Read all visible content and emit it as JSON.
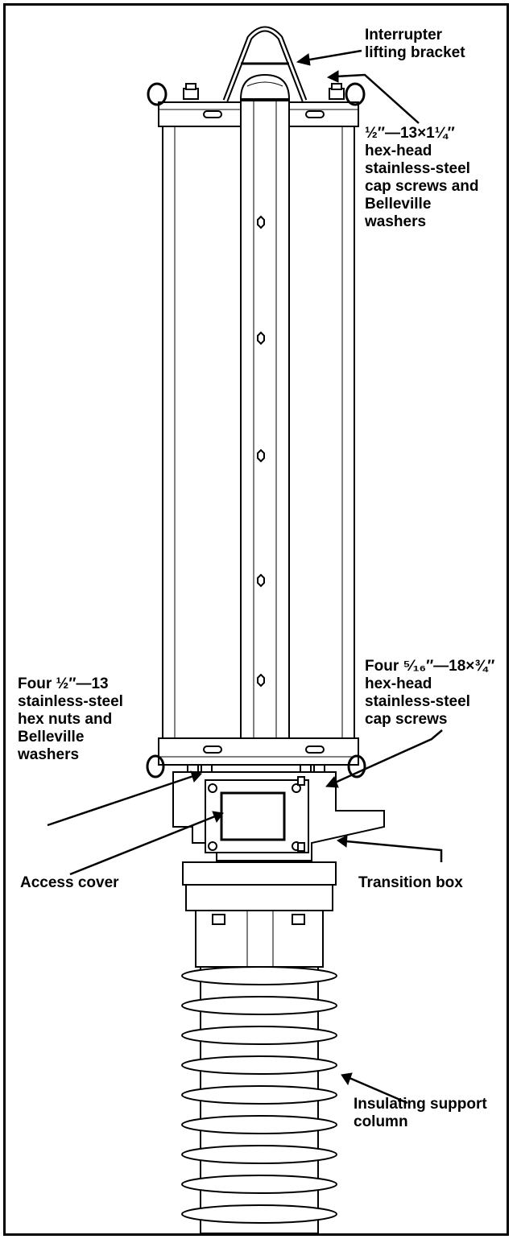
{
  "colors": {
    "ink": "#000000",
    "paper": "#ffffff",
    "frame": "#000000"
  },
  "callouts": {
    "lifting_bracket": [
      "Interrupter",
      "lifting bracket"
    ],
    "cap_screws_top": [
      "½″—13×1¼″",
      "hex-head",
      "stainless-steel",
      "cap screws and",
      "Belleville",
      "washers"
    ],
    "cap_screws_bottom": [
      "Four ⁵⁄₁₆″—18×¾″",
      "hex-head",
      "stainless-steel",
      "cap screws"
    ],
    "hex_nuts": [
      "Four ½″—13",
      "stainless-steel",
      "hex nuts and",
      "Belleville",
      "washers"
    ],
    "access_cover": [
      "Access cover"
    ],
    "transition_box": [
      "Transition box"
    ],
    "support_column": [
      "Insulating support",
      "column"
    ]
  }
}
